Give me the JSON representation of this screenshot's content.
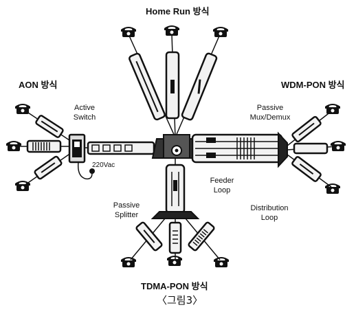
{
  "labels": {
    "home_run": "Home Run 방식",
    "aon": "AON 방식",
    "wdm_pon": "WDM-PON 방식",
    "tdma_pon": "TDMA-PON 방식",
    "active_switch": "Active\nSwitch",
    "passive_mux": "Passive\nMux/Demux",
    "voltage": "220Vac",
    "feeder_loop": "Feeder\nLoop",
    "distribution_loop": "Distribution\nLoop",
    "passive_splitter": "Passive\nSplitter",
    "caption": "〈그림3〉"
  },
  "icons": {
    "subscriber": "telephone-icon",
    "central_office": "central-office-icon",
    "power": "power-plug-icon"
  },
  "colors": {
    "ink": "#111111",
    "background": "#ffffff",
    "cable_fill": "#f2f2f2"
  }
}
